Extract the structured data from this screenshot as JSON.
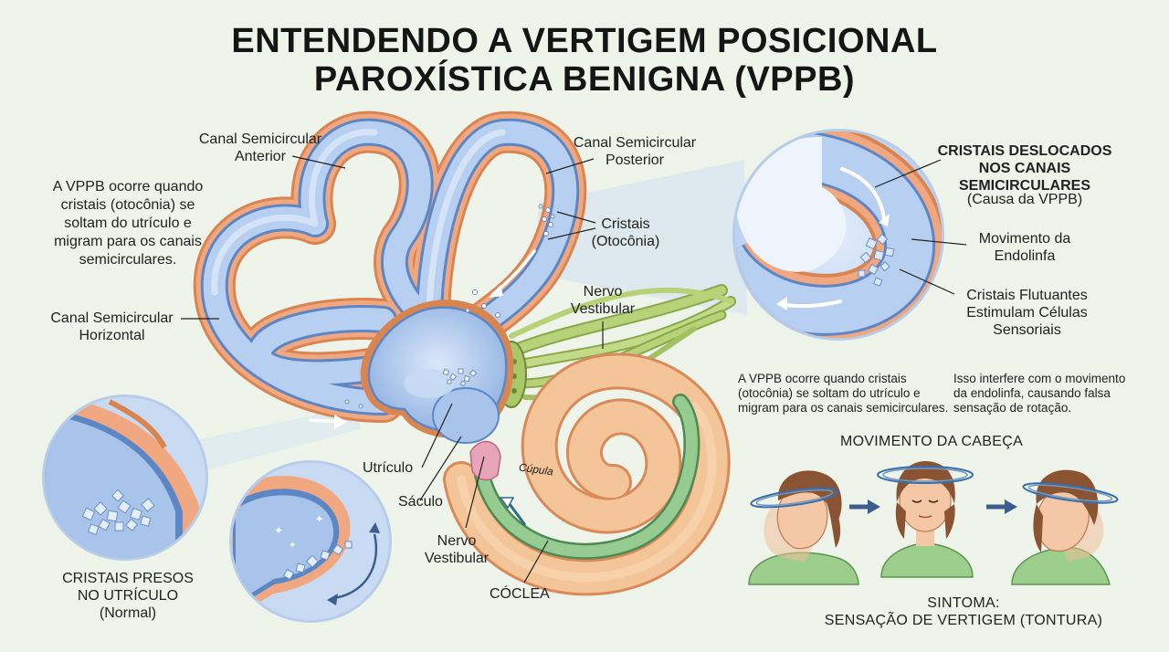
{
  "title": {
    "line1": "ENTENDENDO A VERTIGEM POSICIONAL",
    "line2": "PAROXÍSTICA BENIGNA (VPPB)"
  },
  "labels": {
    "anterior_canal": [
      "Canal Semicircular",
      "Anterior"
    ],
    "posterior_canal": [
      "Canal Semicircular",
      "Posterior"
    ],
    "horizontal_canal": [
      "Canal Semicircular",
      "Horizontal"
    ],
    "crystals": [
      "Cristais",
      "(Otocônia)"
    ],
    "vestibular_nerve_top": [
      "Nervo",
      "Vestibular"
    ],
    "utricle": "Utrículo",
    "saccule": "Sáculo",
    "vestibular_nerve_bottom": [
      "Nervo",
      "Vestibular"
    ],
    "cochlea": "CÓCLEA",
    "cupula": "Cúpula"
  },
  "intro": [
    "A VPPB ocorre quando",
    "cristais (otocônia) se",
    "soltam do utrículo e",
    "migram para os canais",
    "semicirculares."
  ],
  "inset_right": {
    "title": [
      "CRISTAIS DESLOCADOS",
      "NOS CANAIS",
      "SEMICIRCULARES"
    ],
    "subtitle": "(Causa da VPPB)",
    "endolymph": [
      "Movimento da",
      "Endolinfa"
    ],
    "floating": [
      "Cristais Flutuantes",
      "Estimulam Células",
      "Sensoriais"
    ]
  },
  "inset_left": {
    "caption": [
      "CRISTAIS PRESOS",
      "NO UTRÍCULO",
      "(Normal)"
    ]
  },
  "explain_left": [
    "A VPPB ocorre quando cristais",
    "(otocônia) se soltam do utrículo e",
    "migram para os canais semicirculares."
  ],
  "explain_right": [
    "Isso interfere com o movimento",
    "da endolinfa, causando falsa",
    "sensação de rotação."
  ],
  "head_movement": "MOVIMENTO DA CABEÇA",
  "symptom": [
    "SINTOMA:",
    "SENSAÇÃO DE VERTIGEM (TONTURA)"
  ],
  "colors": {
    "background": "#eef4ea",
    "canal_outer": "#e69a72",
    "canal_fill": "#a9c6ec",
    "nerve": "#a6c26a",
    "cochlea": "#f1bd8a",
    "cochlea_green": "#8cc48c",
    "arrow_blue": "#3b5e8c",
    "skin": "#f4c7a6",
    "hair": "#8a5332",
    "shirt": "#9ccf8b"
  }
}
